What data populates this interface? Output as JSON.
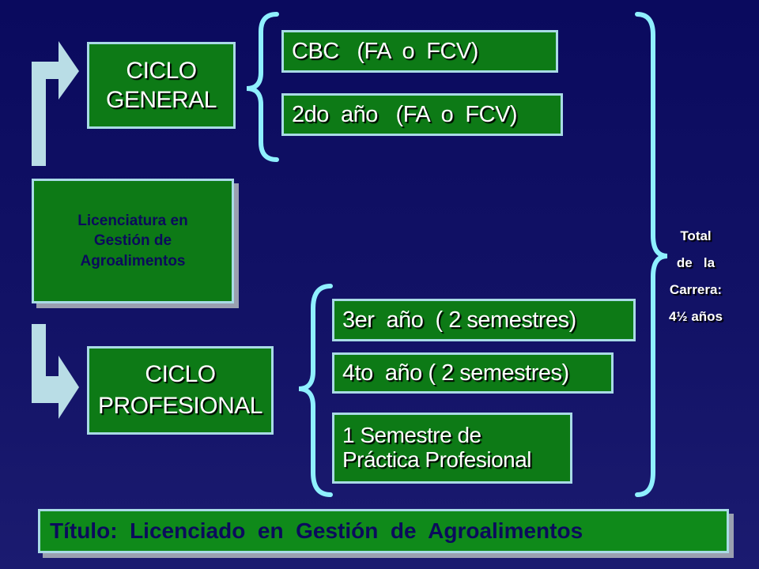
{
  "colors": {
    "background": "#0a0a5e",
    "box_fill": "#0d7a16",
    "box_border": "#a9dbe6",
    "brace": "#8ff0ff",
    "arrow": "#b9dde6",
    "title_text": "#0b0b5c"
  },
  "ciclo_general": {
    "line1": "CICLO",
    "line2": "GENERAL"
  },
  "ciclo_profesional": {
    "line1": "CICLO",
    "line2": "PROFESIONAL"
  },
  "licenciatura": {
    "line1": "Licenciatura en",
    "line2": "Gestión de",
    "line3": "Agroalimentos"
  },
  "general_items": [
    "CBC   (FA  o  FCV)",
    "2do  año   (FA  o  FCV)"
  ],
  "profesional_items": [
    "3er  año  ( 2 semestres)",
    "4to  año ( 2 semestres)",
    {
      "line1": "1 Semestre de",
      "line2": "Práctica Profesional"
    }
  ],
  "total": {
    "line1": "Total",
    "line2": "de   la",
    "line3": "Carrera:",
    "line4": "4½ años"
  },
  "titulo": "Título:  Licenciado  en  Gestión  de  Agroalimentos",
  "icons": [
    "arrow-up-right-icon",
    "arrow-down-right-icon",
    "left-brace-icon",
    "right-brace-icon"
  ]
}
